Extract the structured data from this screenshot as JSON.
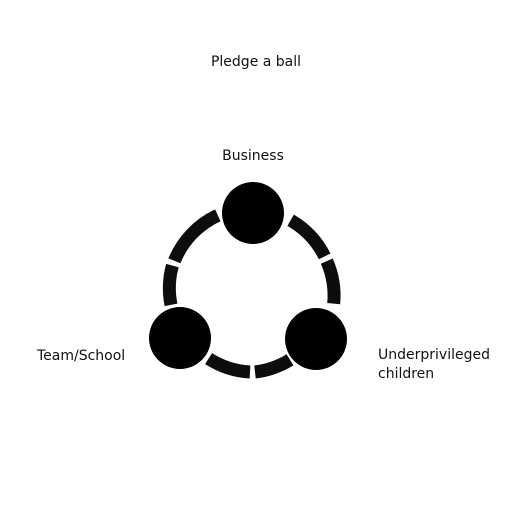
{
  "title": "Pledge a ball",
  "nodes": {
    "top": "Business",
    "left": "Team/School",
    "right": "Underprivileged\nchildren"
  },
  "colors": {
    "node_fill": "#000000",
    "ring_stroke": "#0d0d0d",
    "background": "#ffffff",
    "text": "#111111"
  }
}
